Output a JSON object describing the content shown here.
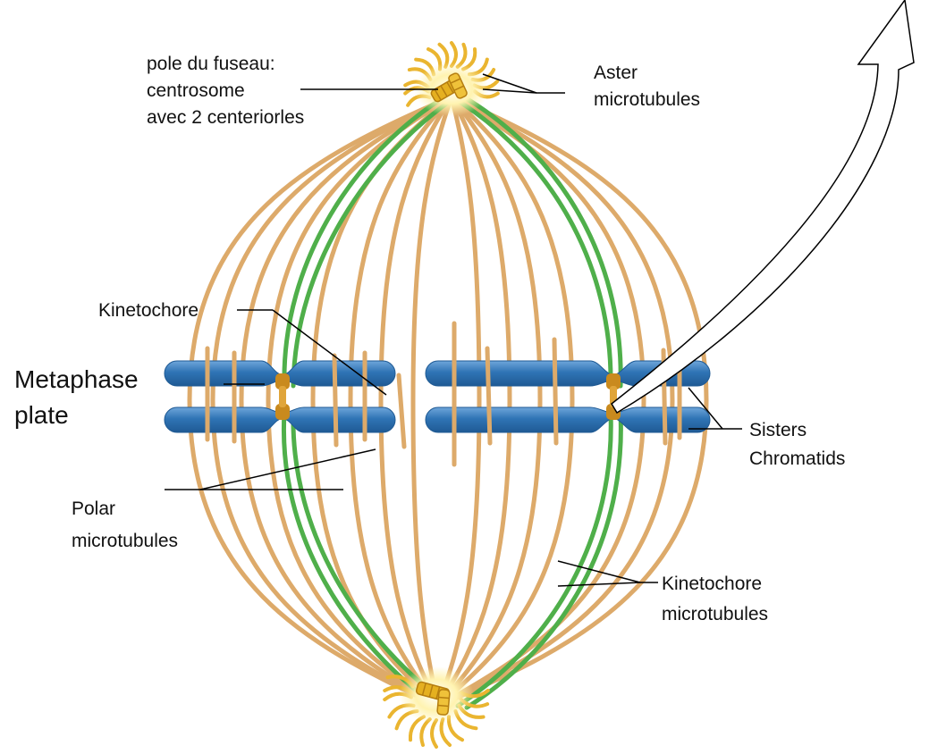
{
  "labels": {
    "pole_line1": "pole du fuseau:",
    "pole_line2": "centrosome",
    "pole_line3": "avec 2 centeriorles",
    "aster_line1": "Aster",
    "aster_line2": "microtubules",
    "kinetochore": "Kinetochore",
    "metaphase_line1": "Metaphase",
    "metaphase_line2": "plate",
    "sisters_line1": "Sisters",
    "sisters_line2": "Chromatids",
    "polar_line1": "Polar",
    "polar_line2": "microtubules",
    "kmt_line1": "Kinetochore",
    "kmt_line2": "microtubules"
  },
  "colors": {
    "polar_microtubule": "#DDAA6A",
    "kinetochore_microtubule": "#4FAF4A",
    "chromatid": "#2F74B5",
    "chromatid_highlight": "#6FA6DA",
    "centromere": "#C98A1E",
    "centrosome": "#E8B830",
    "aster_glow": "#FFF3B0",
    "leader_line": "#000000"
  }
}
